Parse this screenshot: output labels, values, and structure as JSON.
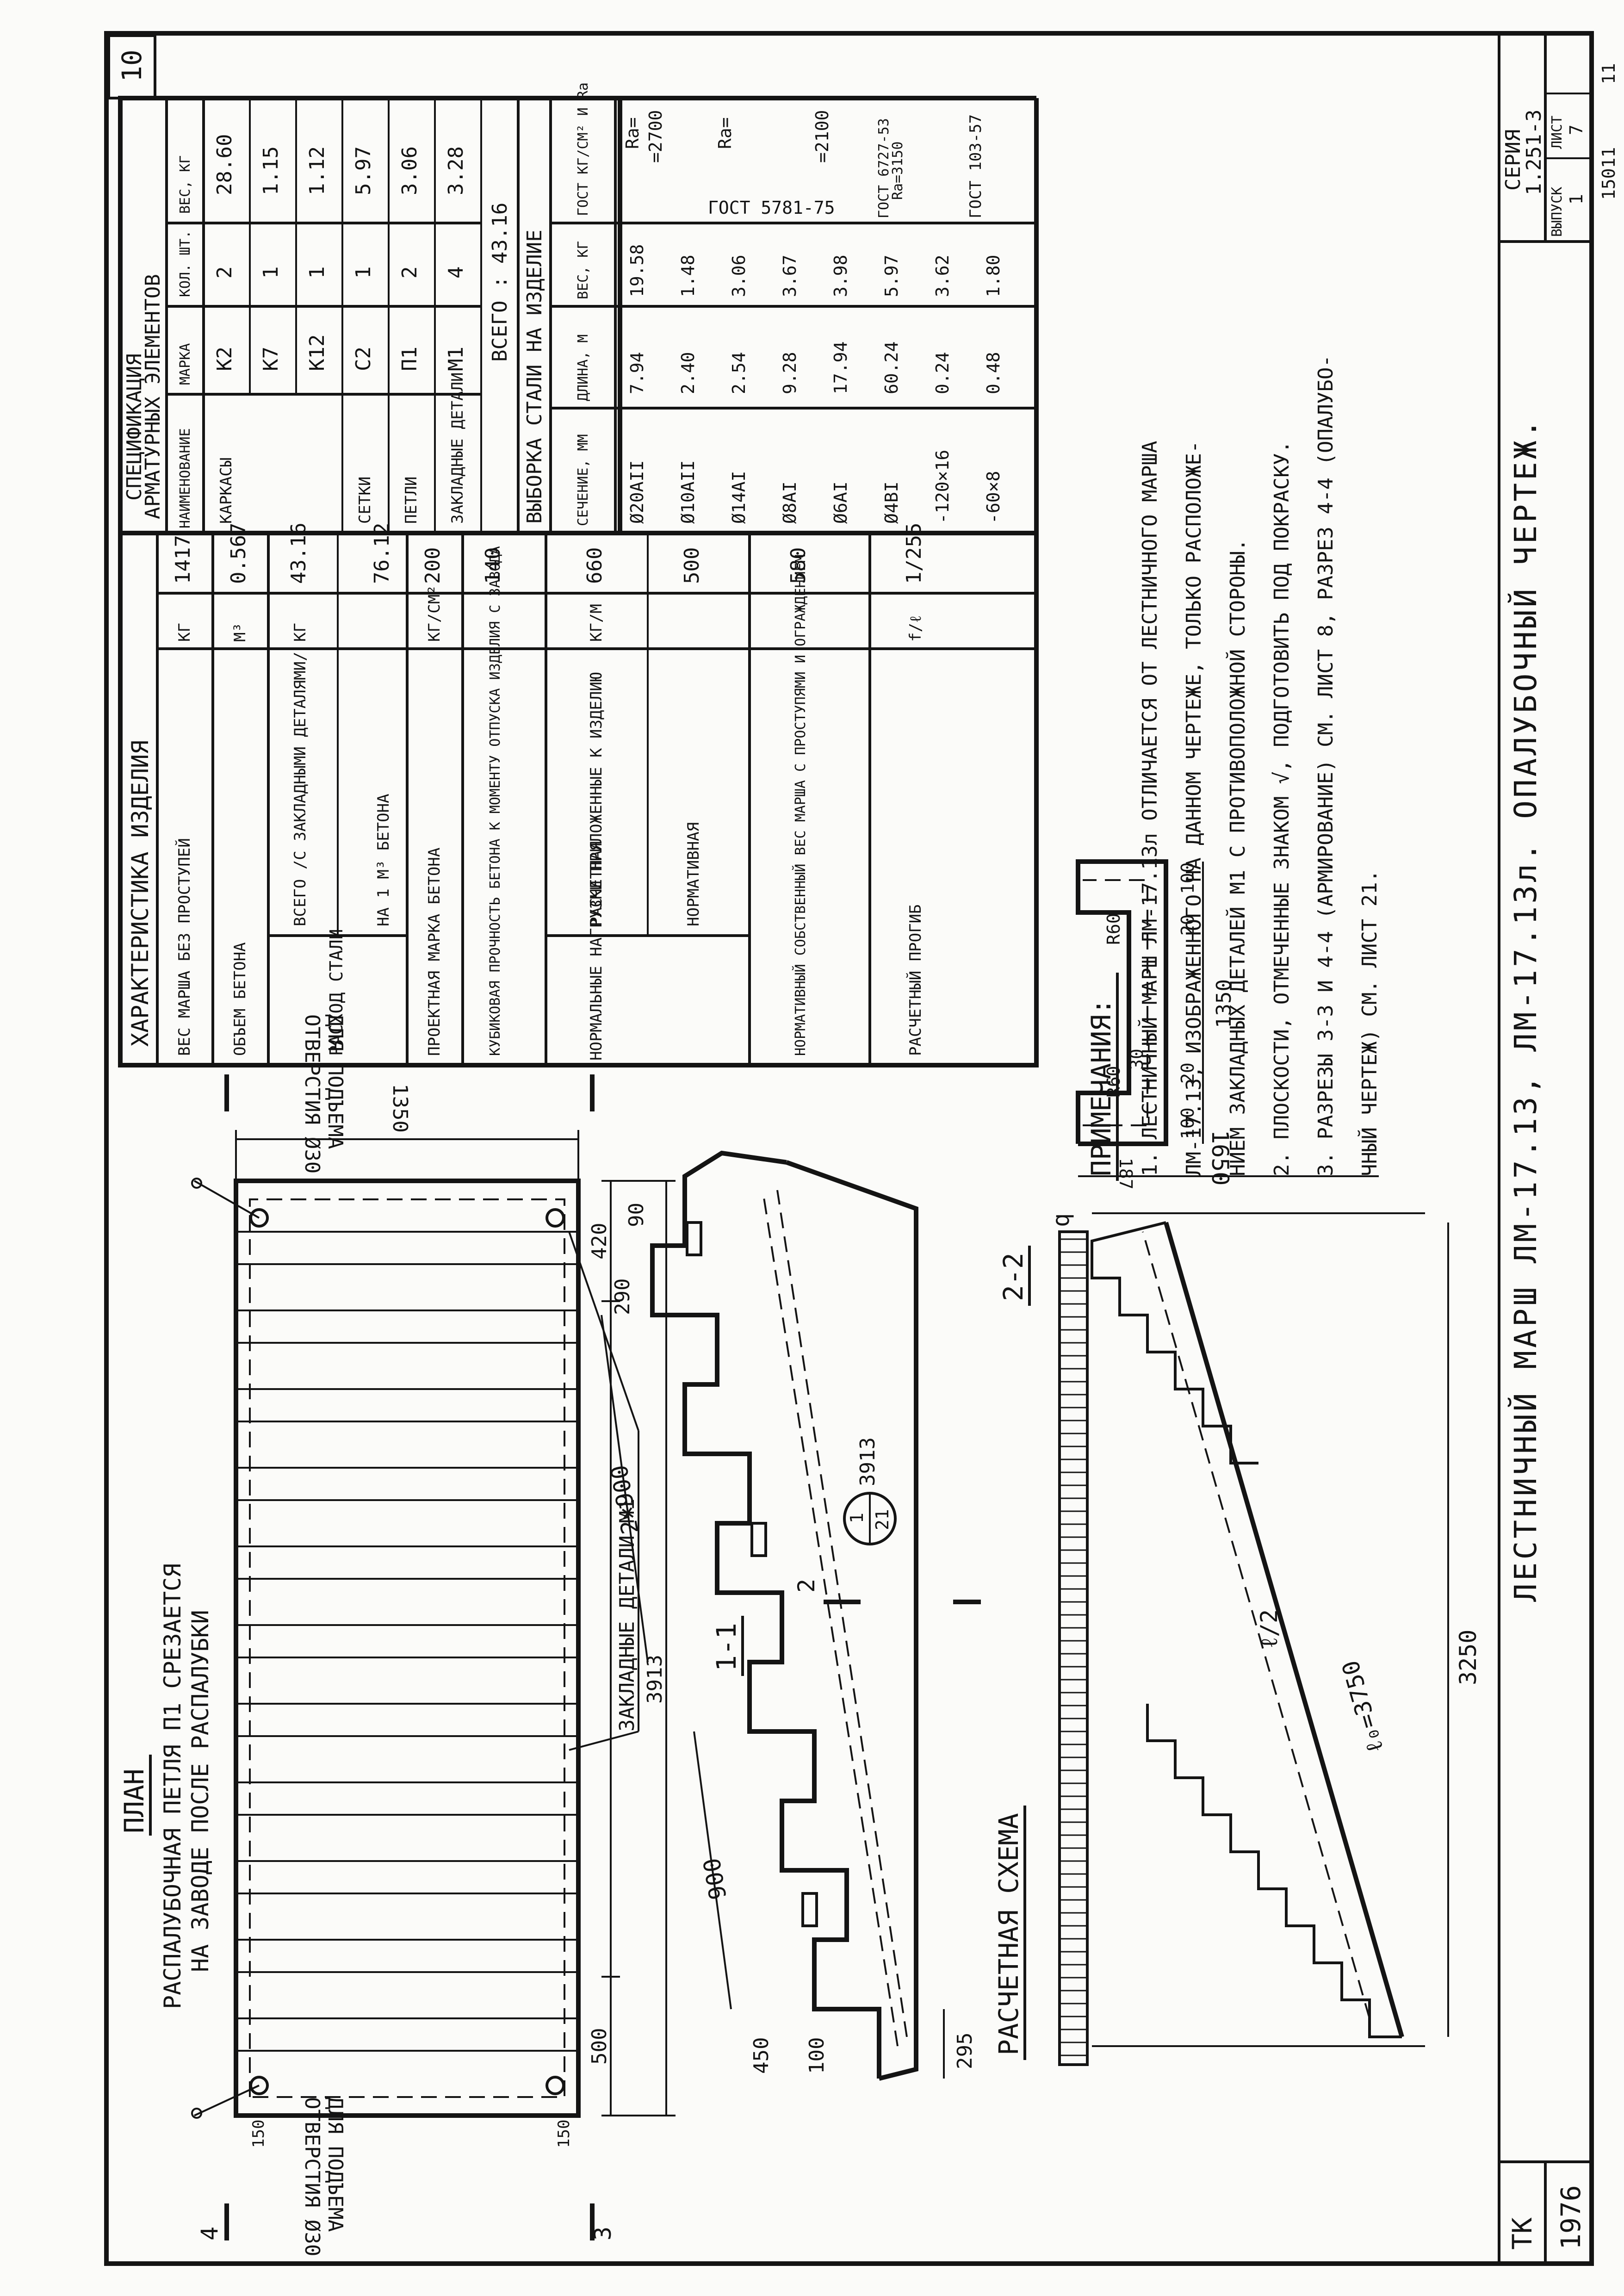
{
  "sheet": {
    "page_number": "10",
    "title": "ЛЕСТНИЧНЫЙ МАРШ ЛМ-17.13, ЛМ-17.13л. ОПАЛУБОЧНЫЙ ЧЕРТЕЖ.",
    "stamp": {
      "org": "ТК",
      "year": "1976",
      "series_label": "СЕРИЯ",
      "series": "1.251-3",
      "issue_label": "ВЫПУСК",
      "issue": "1",
      "sheet_label": "ЛИСТ",
      "sheet_no": "7",
      "archive_no": "15011",
      "page_small": "11"
    }
  },
  "plan": {
    "heading": "ПЛАН",
    "note_line1": "РАСПАЛУБОЧНАЯ ПЕТЛЯ П1 СРЕЗАЕТСЯ",
    "note_line2": "НА ЗАВОДЕ ПОСЛЕ РАСПАЛУБКИ",
    "hole_top": "ОТВЕРСТИЯ Ø30",
    "hole_top2": "ДЛЯ ПОДЪЕМА",
    "hole_bottom": "ОТВЕРСТИЯ Ø30",
    "hole_bottom2": "ДЛЯ ПОДЪЕМА",
    "embedded": "ЗАКЛАДНЫЕ ДЕТАЛИ М1",
    "dim_length": "3913",
    "dim_width": "1350",
    "dim_500": "500",
    "dim_420": "420",
    "dim_150a": "150",
    "dim_150b": "150",
    "mark_3": "3",
    "mark_4": "4"
  },
  "section_1_1": {
    "label": "1-1",
    "dim_900": "900",
    "dim_2x900": "2×900",
    "dim_450": "450",
    "dim_100": "100",
    "dim_295": "295",
    "dim_290": "290",
    "dim_90": "90",
    "dim_3913": "3913",
    "ref_top": "1",
    "ref_bottom": "21",
    "mark_2": "2"
  },
  "section_2_2": {
    "label": "2-2",
    "dim_1350": "1350",
    "dim_187": "187",
    "dim_100a": "100",
    "dim_100b": "100",
    "dim_20a": "20",
    "dim_20b": "20",
    "dim_30": "30",
    "r60a": "R60",
    "r60b": "R60"
  },
  "scheme": {
    "label": "РАСЧЕТНАЯ СХЕМА",
    "load": "q",
    "span": "ℓ₀=3750",
    "dim_1650": "1650",
    "dim_3250": "3250",
    "mid": "ℓ/2"
  },
  "characteristics": {
    "title": "ХАРАКТЕРИСТИКА ИЗДЕЛИЯ",
    "rows": [
      {
        "label": "ВЕС МАРША БЕЗ ПРОСТУПЕЙ",
        "unit": "КГ",
        "value": "1417"
      },
      {
        "label": "ОБЪЕМ БЕТОНА",
        "unit": "М³",
        "value": "0.567"
      },
      {
        "label": "ВСЕГО /С ЗАКЛАДНЫМИ ДЕТАЛЯМИ/",
        "unit": "КГ",
        "value": "43.16"
      },
      {
        "label": "НА 1 М³ БЕТОНА",
        "unit": "",
        "value": "76.12"
      },
      {
        "label": "ПРОЕКТНАЯ МАРКА БЕТОНА",
        "unit": "КГ/СМ²",
        "value": "200"
      },
      {
        "label": "КУБИКОВАЯ ПРОЧНОСТЬ БЕТОНА К МОМЕНТУ ОТПУСКА ИЗДЕЛИЯ С ЗАВОДА",
        "unit": "",
        "value": "140"
      },
      {
        "label": "РАСЧЕТНАЯ",
        "unit": "КГ/М",
        "value": "660"
      },
      {
        "label": "НОРМАТИВНАЯ",
        "unit": "",
        "value": "500"
      },
      {
        "label": "НОРМАТИВНЫЙ СОБСТВЕННЫЙ ВЕС МАРША С ПРОСТУПЯМИ И ОГРАЖДЕНИЕМ",
        "unit": "",
        "value": "580"
      },
      {
        "label": "РАСЧЕТНЫЙ ПРОГИБ",
        "unit": "f/ℓ",
        "value": "1/255"
      }
    ],
    "group_steel": "РАСХОД СТАЛИ",
    "group_loads": "НОРМАЛЬНЫЕ НАГРУЗКИ ПРИЛОЖЕННЫЕ К ИЗДЕЛИЮ"
  },
  "spec": {
    "title1": "СПЕЦИФИКАЦИЯ",
    "title2": "АРМАТУРНЫХ ЭЛЕМЕНТОВ",
    "headers": [
      "НАИМЕНОВАНИЕ",
      "МАРКА",
      "КОЛ. ШТ.",
      "ВЕС, КГ"
    ],
    "rows": [
      {
        "name": "КАРКАСЫ",
        "mark": "К2",
        "qty": "2",
        "weight": "28.60"
      },
      {
        "name": "",
        "mark": "К7",
        "qty": "1",
        "weight": "1.15"
      },
      {
        "name": "",
        "mark": "К12",
        "qty": "1",
        "weight": "1.12"
      },
      {
        "name": "СЕТКИ",
        "mark": "С2",
        "qty": "1",
        "weight": "5.97"
      },
      {
        "name": "ПЕТЛИ",
        "mark": "П1",
        "qty": "2",
        "weight": "3.06"
      },
      {
        "name": "ЗАКЛАДНЫЕ ДЕТАЛИ",
        "mark": "М1",
        "qty": "4",
        "weight": "3.28"
      }
    ],
    "total": "ВСЕГО : 43.16"
  },
  "selection": {
    "title": "ВЫБОРКА СТАЛИ НА ИЗДЕЛИЕ",
    "headers": [
      "СЕЧЕНИЕ, ММ",
      "ДЛИНА, М",
      "ВЕС, КГ",
      "ГОСТ КГ/СМ² И Ra"
    ],
    "rows": [
      {
        "sec": "Ø20АII",
        "len": "7.94",
        "w": "19.58"
      },
      {
        "sec": "Ø10АII",
        "len": "2.40",
        "w": "1.48"
      },
      {
        "sec": "Ø14АI",
        "len": "2.54",
        "w": "3.06"
      },
      {
        "sec": "Ø8АI",
        "len": "9.28",
        "w": "3.67"
      },
      {
        "sec": "Ø6АI",
        "len": "17.94",
        "w": "3.98"
      },
      {
        "sec": "Ø4BI",
        "len": "60.24",
        "w": "5.97"
      },
      {
        "sec": "-120×16",
        "len": "0.24",
        "w": "3.62"
      },
      {
        "sec": "-60×8",
        "len": "0.48",
        "w": "1.80"
      }
    ],
    "gost_main": "ГОСТ 5781-75",
    "ra1": "Ra=",
    "ra1v": "=2700",
    "ra2": "Ra=",
    "ra2v": "=2100",
    "gost2": "ГОСТ 6727-53",
    "gost2b": "Ra=3150",
    "gost3": "ГОСТ 103-57"
  },
  "notes": {
    "title": "ПРИМЕЧАНИЯ:",
    "lines": [
      "1. ЛЕСТНИЧНЫЙ МАРШ ЛМ-17.13л ОТЛИЧАЕТСЯ ОТ ЛЕСТНИЧНОГО МАРША",
      "ЛМ-17.13, ИЗОБРАЖЕННОГО НА ДАННОМ ЧЕРТЕЖЕ, ТОЛЬКО РАСПОЛОЖЕ-",
      "НИЕМ ЗАКЛАДНЫХ ДЕТАЛЕЙ М1 С ПРОТИВОПОЛОЖНОЙ СТОРОНЫ.",
      "2. ПЛОСКОСТИ, ОТМЕЧЕННЫЕ ЗНАКОМ √, ПОДГОТОВИТЬ ПОД ПОКРАСКУ.",
      "3. РАЗРЕЗЫ 3-3 И 4-4 (АРМИРОВАНИЕ) СМ. ЛИСТ 8, РАЗРЕЗ 4-4 (ОПАЛУБО-",
      "ЧНЫЙ ЧЕРТЕЖ) СМ. ЛИСТ 21."
    ]
  }
}
